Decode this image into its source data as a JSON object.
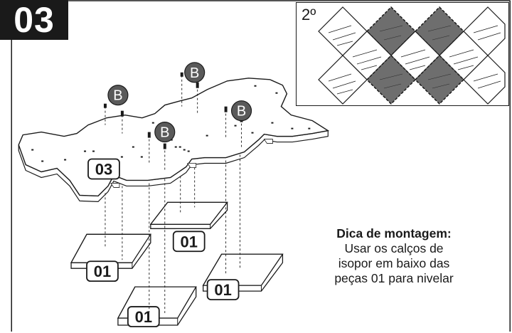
{
  "step": {
    "number": "03"
  },
  "inset": {
    "label": "2º"
  },
  "tip": {
    "title": "Dica de montagem:",
    "lines": [
      "Usar os calços de",
      "isopor em baixo das",
      "peças 01 para nivelar"
    ]
  },
  "parts": {
    "top_label": "03",
    "foot_label": "01",
    "screw_label": "B"
  },
  "colors": {
    "ink": "#1a1a1a",
    "shaded_tile": "#6e6e6e",
    "badge_bg": "#1a1a1a"
  }
}
